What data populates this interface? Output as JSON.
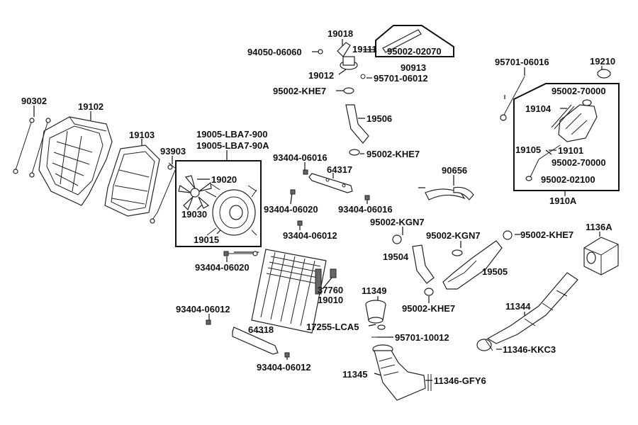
{
  "labels": {
    "l19018": "19018",
    "l94050_06060": "94050-06060",
    "l19111": "19111",
    "l95002_02070": "95002-02070",
    "l90913": "90913",
    "l19012": "19012",
    "l95701_06012": "95701-06012",
    "l95002_khe7_a": "95002-KHE7",
    "l19506": "19506",
    "l95002_khe7_b": "95002-KHE7",
    "l90302": "90302",
    "l19102": "19102",
    "l19103": "19103",
    "l93903": "93903",
    "l19005_lba7_900": "19005-LBA7-900",
    "l19005_lba7_90a": "19005-LBA7-90A",
    "l19020": "19020",
    "l19030": "19030",
    "l19015": "19015",
    "l93404_06016_a": "93404-06016",
    "l64317": "64317",
    "l93404_06020_a": "93404-06020",
    "l93404_06016_b": "93404-06016",
    "l93404_06012_a": "93404-06012",
    "l93404_06020_b": "93404-06020",
    "l37760": "37760",
    "l19010": "19010",
    "l93404_06012_b": "93404-06012",
    "l64318": "64318",
    "l93404_06012_c": "93404-06012",
    "l90656": "90656",
    "l95002_kgn7_a": "95002-KGN7",
    "l95002_kgn7_b": "95002-KGN7",
    "l95002_khe7_c": "95002-KHE7",
    "l19504": "19504",
    "l19505": "19505",
    "l95002_khe7_d": "95002-KHE7",
    "l11349": "11349",
    "l17255_lca5": "17255-LCA5",
    "l95701_10012": "95701-10012",
    "l11345": "11345",
    "l11346_gfy6": "11346-GFY6",
    "l95701_06016": "95701-06016",
    "l19210": "19210",
    "l95002_70000_a": "95002-70000",
    "l19104": "19104",
    "l19105": "19105",
    "l19101": "19101",
    "l95002_70000_b": "95002-70000",
    "l95002_02100": "95002-02100",
    "l1910a": "1910A",
    "l1136a": "1136A",
    "l11344": "11344",
    "l11346_kkc3": "11346-KKC3"
  }
}
